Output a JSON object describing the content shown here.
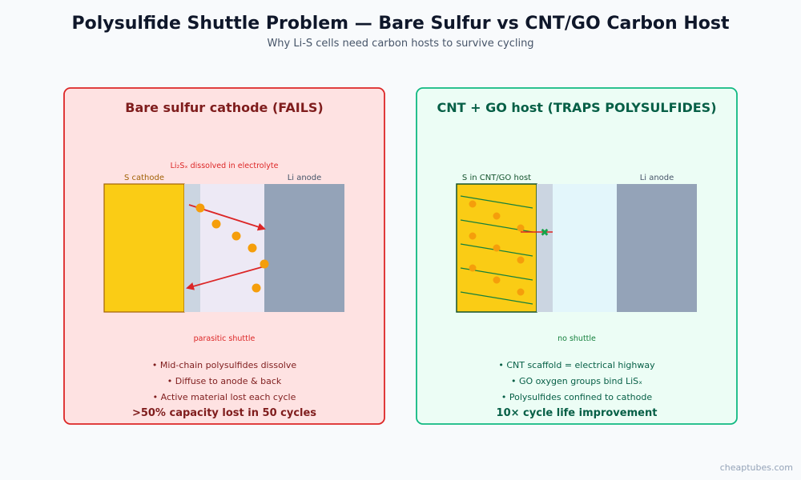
{
  "header": {
    "title": "Polysulfide Shuttle Problem — Bare Sulfur vs CNT/GO Carbon Host",
    "subtitle": "Why Li-S cells need carbon hosts to survive cycling"
  },
  "left_panel": {
    "title": "Bare sulfur cathode (FAILS)",
    "cathode_label": "S cathode",
    "anode_label": "Li anode",
    "electrolyte_label": "Li₂Sₓ dissolved in electrolyte",
    "shuttle_label": "parasitic shuttle",
    "bullets": [
      "• Mid-chain polysulfides dissolve",
      "• Diffuse to anode & back",
      "• Active material lost each cycle"
    ],
    "conclusion": ">50% capacity lost in 50 cycles"
  },
  "right_panel": {
    "title": "CNT + GO host (TRAPS POLYSULFIDES)",
    "cathode_label": "S in CNT/GO host",
    "anode_label": "Li anode",
    "block_symbol": "✖",
    "shuttle_label": "no shuttle",
    "bullets": [
      "• CNT scaffold = electrical highway",
      "• GO oxygen groups bind LiSₓ",
      "• Polysulfides confined to cathode"
    ],
    "conclusion": "10× cycle life improvement"
  },
  "footer": {
    "watermark": "cheaptubes.com"
  },
  "colors": {
    "fail_bg": "#fee2e2",
    "fail_border": "#dc2626",
    "fail_text": "#7f1d1d",
    "ok_bg": "#ecfdf5",
    "ok_border": "#10b981",
    "ok_text": "#065f46",
    "sulfur": "#facc15",
    "anode": "#94a3b8",
    "separator": "#cbd5e1",
    "polysulfide": "#f59e0b",
    "shuttle_arrow": "#dc2626",
    "cnt_line": "#15803d"
  }
}
